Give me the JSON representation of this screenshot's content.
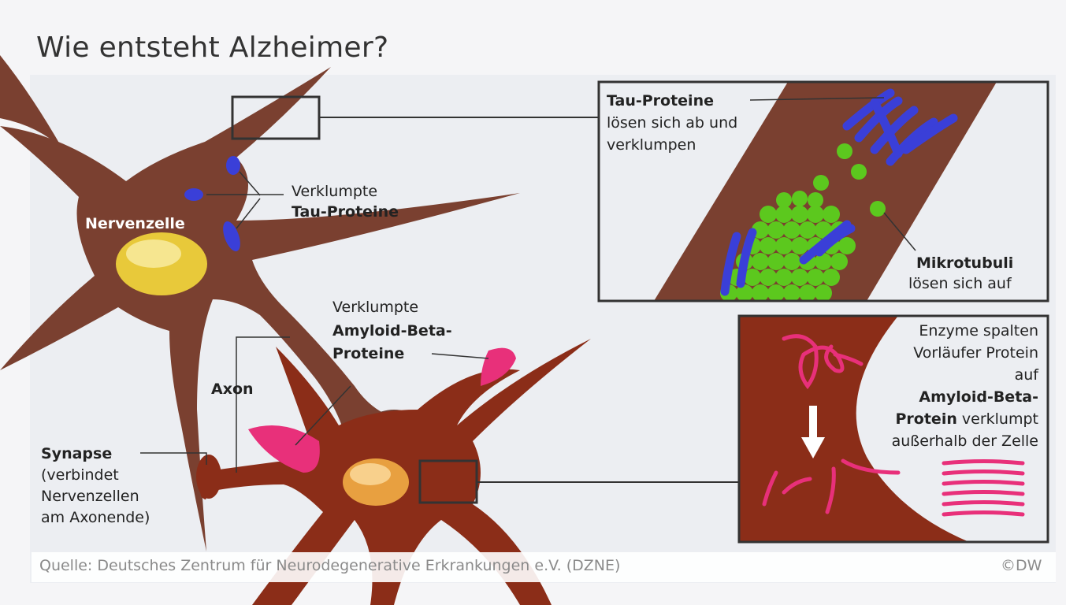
{
  "title": "Wie entsteht Alzheimer?",
  "labels": {
    "nervenzelle": "Nervenzelle",
    "tau_small_1": "Verklumpte",
    "tau_small_2": "Tau-Proteine",
    "amyloid_1": "Verklumpte",
    "amyloid_2": "Amyloid-Beta-",
    "amyloid_3": "Proteine",
    "axon": "Axon",
    "synapse_1": "Synapse",
    "synapse_2": "(verbindet",
    "synapse_3": "Nervenzellen",
    "synapse_4": "am Axonende)"
  },
  "inset_top": {
    "tau_title": "Tau-Proteine",
    "tau_line2": "lösen sich ab und",
    "tau_line3": "verklumpen",
    "mikro_title": "Mikrotubuli",
    "mikro_line2": "lösen sich auf"
  },
  "inset_bottom": {
    "line1": "Enzyme spalten",
    "line2": "Vorläufer Protein",
    "line3": "auf",
    "line4": "Amyloid-Beta-",
    "line5_bold": "Protein",
    "line5_rest": " verklumpt",
    "line6": "außerhalb der Zelle"
  },
  "footer": {
    "source": "Quelle: Deutsches Zentrum für Neurodegenerative Erkrankungen e.V. (DZNE)",
    "copyright": "©DW"
  },
  "colors": {
    "neuron_brown": "#7a4030",
    "neuron_red": "#8b2d18",
    "tau_blue": "#3a3fd8",
    "amyloid_pink": "#e8307a",
    "microtubule_green": "#5cc81e",
    "nucleus_yellow": "#e8c93a",
    "nucleus_orange": "#e8a040"
  }
}
